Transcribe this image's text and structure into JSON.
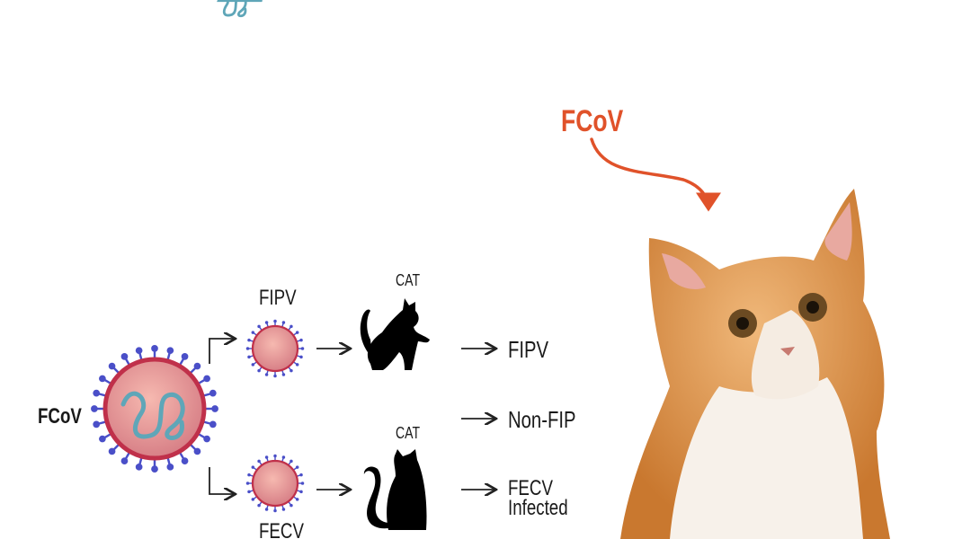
{
  "left_label": "FCoV",
  "top_branch": {
    "virus_label": "FIPV",
    "host_label": "CAT",
    "outcome": "FIPV"
  },
  "middle_outcome": "Non-FIP",
  "bottom_branch": {
    "virus_label": "FECV",
    "host_label": "CAT",
    "outcome_line1": "FECV",
    "outcome_line2": "Infected"
  },
  "photo_label": "FCoV",
  "colors": {
    "accent": "#e0522a",
    "virus_body": "#e9a0a0",
    "virus_rim": "#c0304a",
    "spike": "#4a4fc8",
    "rna": "#5fa6b8"
  }
}
